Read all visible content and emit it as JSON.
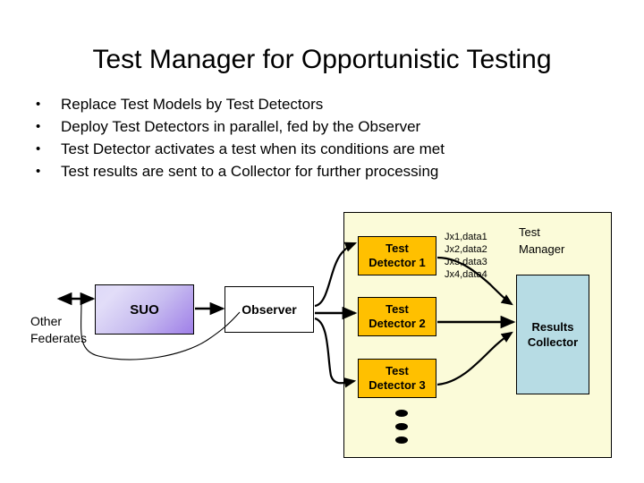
{
  "slide": {
    "title": "Test Manager for Opportunistic Testing",
    "bullet_mark": "•",
    "bullets": [
      "Replace Test Models by Test Detectors",
      "Deploy Test Detectors in parallel, fed by the Observer",
      "Test Detector activates a test when its conditions are met",
      "Test results are sent to a Collector for further processing"
    ]
  },
  "diagram": {
    "test_manager_label_line1": "Test",
    "test_manager_label_line2": "Manager",
    "detectors": [
      {
        "line1": "Test",
        "line2": "Detector 1"
      },
      {
        "line1": "Test",
        "line2": "Detector 2"
      },
      {
        "line1": "Test",
        "line2": "Detector 3"
      }
    ],
    "data_stream": [
      "Jx1,data1",
      "Jx2,data2",
      "Jx3,data3",
      "Jx4,data4"
    ],
    "results_collector_line1": "Results",
    "results_collector_line2": "Collector",
    "suo_label": "SUO",
    "observer_label": "Observer",
    "other_federates_line1": "Other",
    "other_federates_line2": "Federates",
    "ellipsis": "⋮",
    "colors": {
      "detector_fill": "#ffc000",
      "collector_fill": "#b7dce4",
      "container_fill": "#fbfbd9",
      "suo_gradient_start": "#ded9f7",
      "suo_gradient_end": "#9f7fe8",
      "observer_fill": "#ffffff",
      "stroke": "#000000"
    }
  }
}
